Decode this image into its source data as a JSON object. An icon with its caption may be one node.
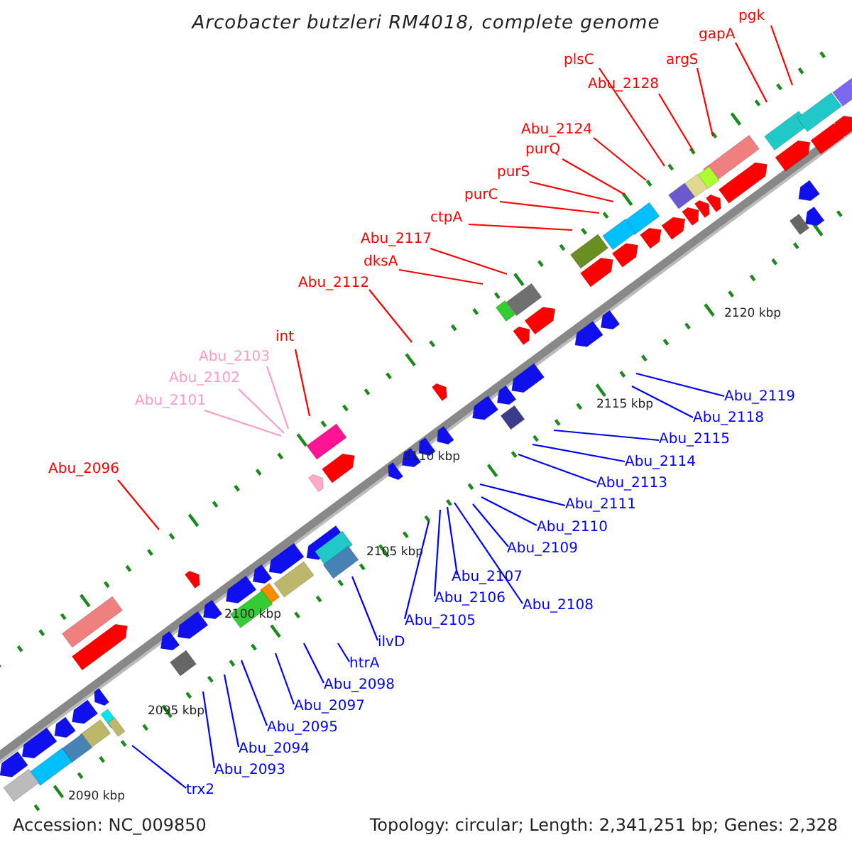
{
  "diagram": {
    "title": "Arcobacter butzleri RM4018, complete genome",
    "nodes": [
      {
        "text": [
          "pgk"
        ]
      },
      {
        "text": [
          "gapA"
        ]
      },
      {
        "text": [
          "plsC"
        ]
      },
      {
        "text": [
          "argS"
        ]
      },
      {
        "text": [
          "Abu_2128"
        ]
      },
      {
        "text": [
          "Abu_2124"
        ]
      },
      {
        "text": [
          "purQ"
        ]
      },
      {
        "text": [
          "purS"
        ]
      },
      {
        "text": [
          "purC"
        ]
      },
      {
        "text": [
          "ctpA"
        ]
      },
      {
        "text": [
          "Abu_2117"
        ]
      },
      {
        "text": [
          "dksA"
        ]
      },
      {
        "text": [
          "Abu_2112"
        ]
      },
      {
        "text": [
          "int"
        ]
      },
      {
        "text": [
          "Abu_2103"
        ]
      },
      {
        "text": [
          "Abu_2102"
        ]
      },
      {
        "text": [
          "Abu_2101"
        ]
      },
      {
        "text": [
          "Abu_2096"
        ]
      },
      {
        "text": [
          "Abu_2119"
        ]
      },
      {
        "text": [
          "Abu_2118"
        ]
      },
      {
        "text": [
          "Abu_2115"
        ]
      },
      {
        "text": [
          "Abu_2114"
        ]
      },
      {
        "text": [
          "Abu_2113"
        ]
      },
      {
        "text": [
          "Abu_2111"
        ]
      },
      {
        "text": [
          "Abu_2110"
        ]
      },
      {
        "text": [
          "Abu_2109"
        ]
      },
      {
        "text": [
          "Abu_2107"
        ]
      },
      {
        "text": [
          "Abu_2106"
        ]
      },
      {
        "text": [
          "Abu_2108"
        ]
      },
      {
        "text": [
          "Abu_2105"
        ]
      },
      {
        "text": [
          "ilvD"
        ]
      },
      {
        "text": [
          "htrA"
        ]
      },
      {
        "text": [
          "Abu_2098"
        ]
      },
      {
        "text": [
          "Abu_2097"
        ]
      },
      {
        "text": [
          "Abu_2095"
        ]
      },
      {
        "text": [
          "Abu_2094"
        ]
      },
      {
        "text": [
          "Abu_2093"
        ]
      },
      {
        "text": [
          "trx2"
        ]
      }
    ],
    "edges": [
      {
        "from": 0,
        "to": null,
        "arrow": "none",
        "color": "#ff0000"
      },
      {
        "from": 1,
        "to": null,
        "arrow": "none",
        "color": "#ff0000"
      },
      {
        "from": 2,
        "to": null,
        "arrow": "none",
        "color": "#ff0000"
      },
      {
        "from": 3,
        "to": null,
        "arrow": "none",
        "color": "#ff0000"
      },
      {
        "from": 4,
        "to": null,
        "arrow": "none",
        "color": "#ff0000"
      },
      {
        "from": 5,
        "to": null,
        "arrow": "none",
        "color": "#ff0000"
      },
      {
        "from": 6,
        "to": null,
        "arrow": "none",
        "color": "#ff0000"
      },
      {
        "from": 7,
        "to": null,
        "arrow": "none",
        "color": "#ff0000"
      },
      {
        "from": 8,
        "to": null,
        "arrow": "none",
        "color": "#ff0000"
      },
      {
        "from": 9,
        "to": null,
        "arrow": "none",
        "color": "#ff0000"
      },
      {
        "from": 10,
        "to": null,
        "arrow": "none",
        "color": "#ff0000"
      },
      {
        "from": 11,
        "to": null,
        "arrow": "none",
        "color": "#ff0000"
      },
      {
        "from": 12,
        "to": null,
        "arrow": "none",
        "color": "#ff0000"
      },
      {
        "from": 13,
        "to": null,
        "arrow": "none",
        "color": "#ff0000"
      },
      {
        "from": 14,
        "to": null,
        "arrow": "none",
        "color": "#ff99cc"
      },
      {
        "from": 15,
        "to": null,
        "arrow": "none",
        "color": "#ff99cc"
      },
      {
        "from": 16,
        "to": null,
        "arrow": "none",
        "color": "#ff99cc"
      },
      {
        "from": 17,
        "to": null,
        "arrow": "none",
        "color": "#ff0000"
      },
      {
        "from": 18,
        "to": null,
        "arrow": "none"
      },
      {
        "from": 19,
        "to": null,
        "arrow": "none"
      },
      {
        "from": 20,
        "to": null,
        "arrow": "none"
      },
      {
        "from": 21,
        "to": null,
        "arrow": "none"
      },
      {
        "from": 22,
        "to": null,
        "arrow": "none"
      },
      {
        "from": 23,
        "to": null,
        "arrow": "none"
      },
      {
        "from": 24,
        "to": null,
        "arrow": "none"
      },
      {
        "from": 25,
        "to": null,
        "arrow": "none"
      },
      {
        "from": 26,
        "to": null,
        "arrow": "none"
      },
      {
        "from": 27,
        "to": null,
        "arrow": "none"
      },
      {
        "from": 28,
        "to": null,
        "arrow": "none"
      },
      {
        "from": 29,
        "to": null,
        "arrow": "none"
      },
      {
        "from": 30,
        "to": null,
        "arrow": "none"
      },
      {
        "from": 31,
        "to": null,
        "arrow": "none"
      },
      {
        "from": 32,
        "to": null,
        "arrow": "none"
      },
      {
        "from": 33,
        "to": null,
        "arrow": "none"
      },
      {
        "from": 34,
        "to": null,
        "arrow": "none"
      },
      {
        "from": 35,
        "to": null,
        "arrow": "none"
      },
      {
        "from": 36,
        "to": null,
        "arrow": "none"
      },
      {
        "from": 37,
        "to": null,
        "arrow": "none"
      }
    ],
    "labels": [
      "2120 kbp",
      "2115 kbp",
      "2110 kbp",
      "2105 kbp",
      "2100 kbp",
      "2095 kbp",
      "2090 kbp",
      "Accession: NC_009850",
      "Topology: circular; Length: 2,341,251 bp; Genes: 2,328"
    ]
  }
}
